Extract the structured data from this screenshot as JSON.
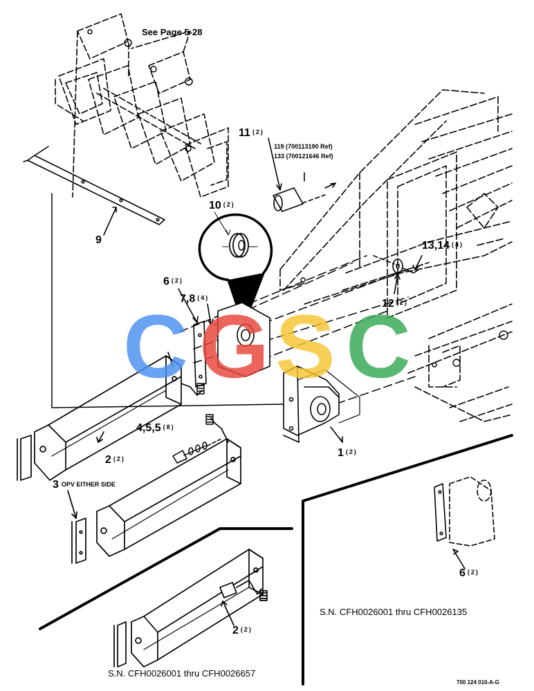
{
  "page_ref": "See Page 5-28",
  "callouts": {
    "c11": {
      "num": "11",
      "qty": "(2)"
    },
    "ref119": "119  (700113190 Ref)",
    "ref133": "133  (700121646 Ref)",
    "c9": {
      "num": "9"
    },
    "c10": {
      "num": "10",
      "qty": "(2)"
    },
    "c13": {
      "num": "13,14",
      "qty": "(4)"
    },
    "c6": {
      "num": "6",
      "qty": "(2)"
    },
    "c7": {
      "num": "7,8",
      "qty": "(4)"
    },
    "c12": {
      "num": "12",
      "qty": "(2)"
    },
    "c4": {
      "num": "4,5,5",
      "qty": "(8)"
    },
    "c1": {
      "num": "1",
      "qty": "(2)"
    },
    "c2": {
      "num": "2",
      "qty": "(2)"
    },
    "c3": {
      "num": "3",
      "note": "OPV EITHER SIDE"
    },
    "c6b": {
      "num": "6",
      "qty": "(2)"
    },
    "c2b": {
      "num": "2",
      "qty": "(2)"
    }
  },
  "serial_notes": {
    "right": "S.N. CFH0026001 thru CFH0026135",
    "bottom": "S.N. CFH0026001 thru CFH0026657"
  },
  "watermark": {
    "letters": [
      "C",
      "G",
      "S",
      "C"
    ],
    "colors": [
      "#4a90f0",
      "#e8443a",
      "#f7c531",
      "#34a853"
    ]
  },
  "drawing_number": "700 124 010-A-G"
}
